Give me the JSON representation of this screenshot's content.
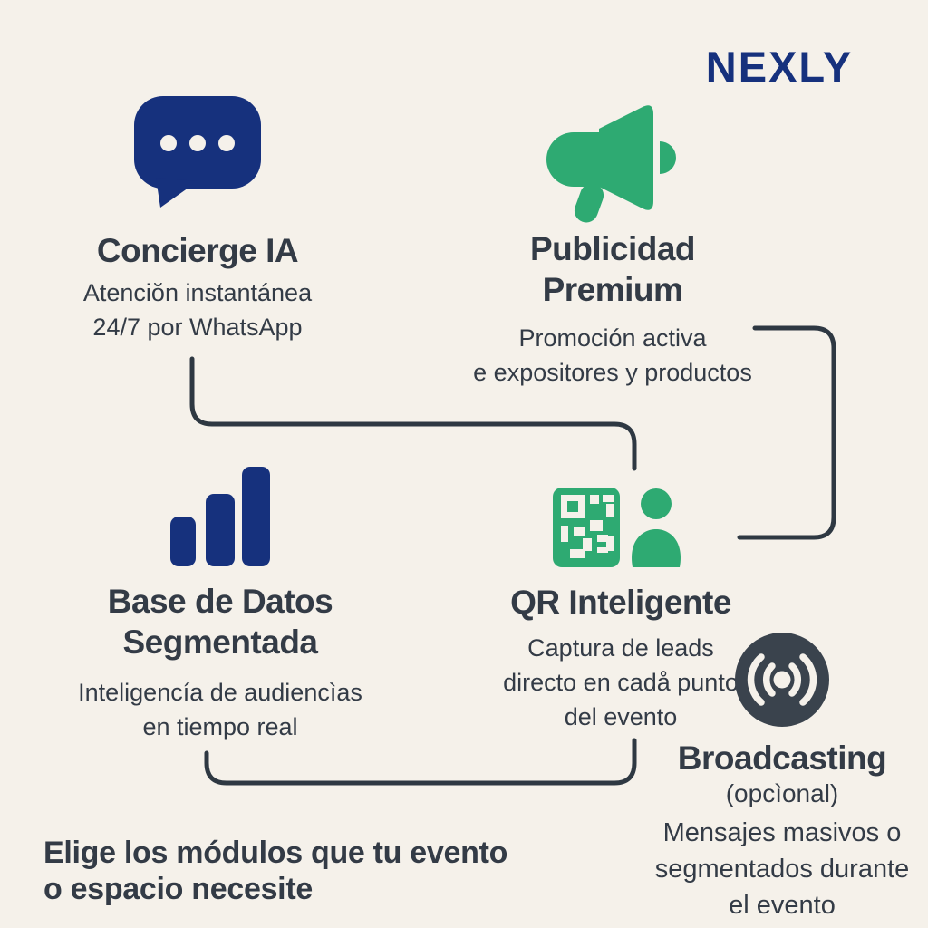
{
  "brand": {
    "name": "NEXLY"
  },
  "colors": {
    "background": "#f5f1ea",
    "navy": "#16317d",
    "green": "#2eaa72",
    "slate": "#333b46",
    "connector": "#2e3842",
    "broadcast_circle": "#3a434d"
  },
  "modules": {
    "concierge": {
      "title": "Concierge IA",
      "description": "Atenciŏn instantánea\n24/7 por WhatsApp",
      "icon": "chat-bubble-icon"
    },
    "publicidad": {
      "title": "Publicidad\nPremium",
      "description": "Promoción activa\ne expositores y productos",
      "icon": "megaphone-icon"
    },
    "base_datos": {
      "title": "Base de Datos\nSegmentada",
      "description": "Inteligencía de audiencìas\nen tiempo real",
      "icon": "bar-chart-icon"
    },
    "qr": {
      "title": "QR Inteligente",
      "description": "Captura de leads\ndirecto en cadå punto\ndel evento",
      "icon": "qr-person-icon"
    },
    "broadcasting": {
      "title": "Broadcasting",
      "note": "(opcìonal)",
      "description": "Mensajes masivos o\nsegmentados durante\nel evento",
      "icon": "broadcast-icon"
    }
  },
  "footer": {
    "headline": "Elige los módulos que tu evento\no espacio necesite"
  }
}
